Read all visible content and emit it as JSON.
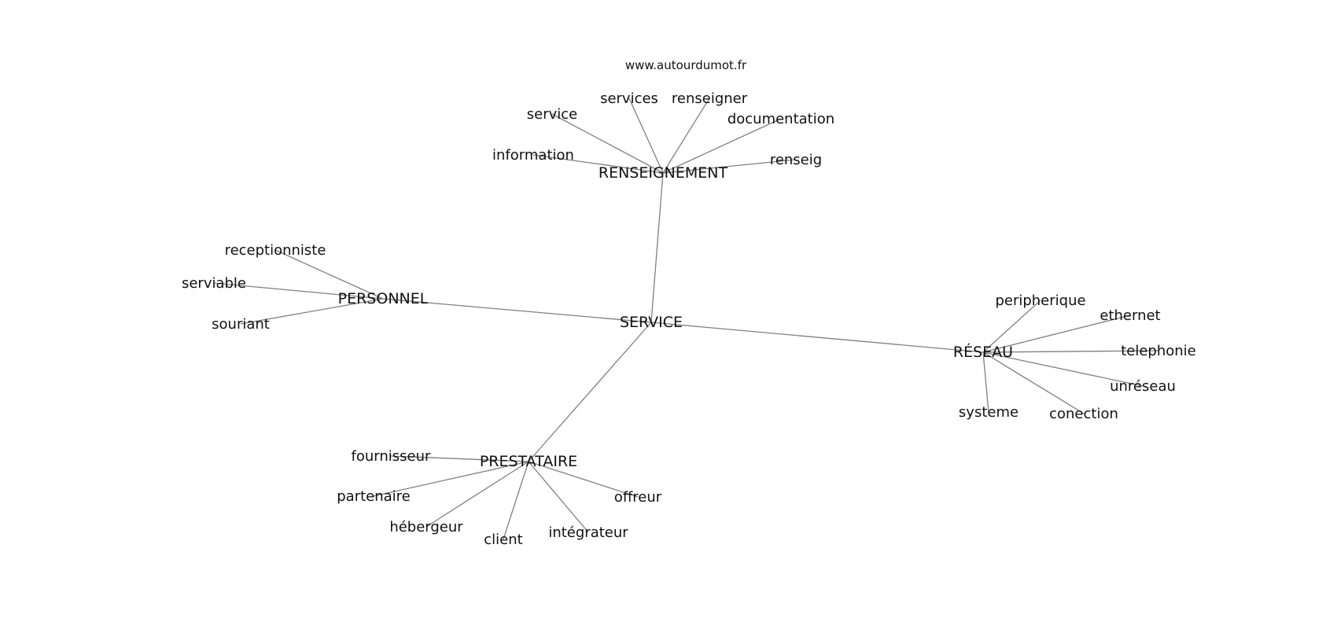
{
  "source_credit": "www.autourdumot.fr",
  "graph": {
    "root": "SERVICE",
    "categories": [
      {
        "label": "RENSEIGNEMENT",
        "children": [
          "services",
          "renseigner",
          "service",
          "documentation",
          "information",
          "renseig"
        ]
      },
      {
        "label": "PERSONNEL",
        "children": [
          "receptionniste",
          "serviable",
          "souriant"
        ]
      },
      {
        "label": "RÉSEAU",
        "children": [
          "peripherique",
          "ethernet",
          "telephonie",
          "unréseau",
          "systeme",
          "conection"
        ]
      },
      {
        "label": "PRESTATAIRE",
        "children": [
          "fournisseur",
          "partenaire",
          "hébergeur",
          "client",
          "intégrateur",
          "offreur"
        ]
      }
    ]
  },
  "colors": {
    "edge": "#808080",
    "text": "#111111",
    "background": "#ffffff"
  }
}
